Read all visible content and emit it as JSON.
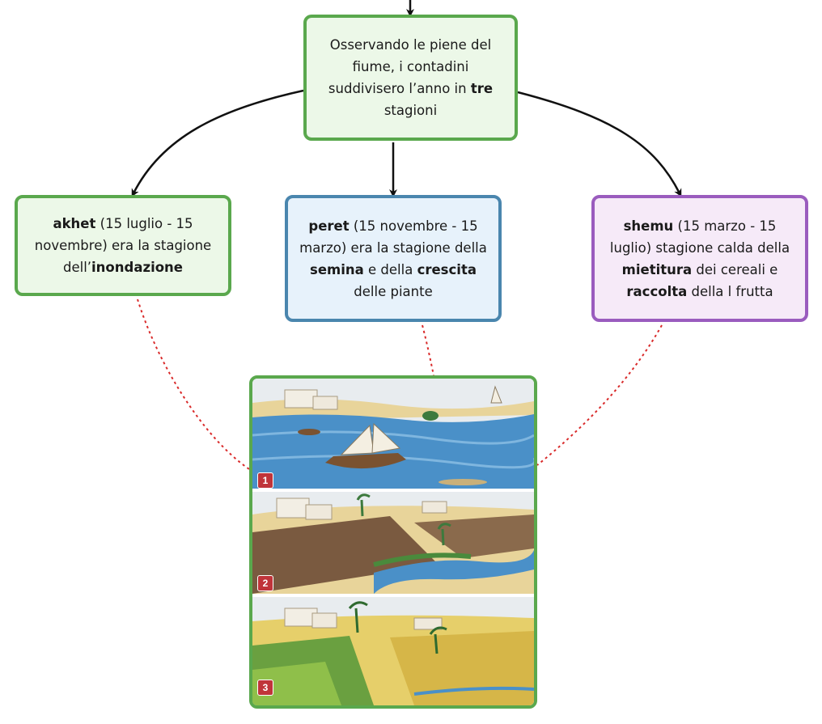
{
  "top_box": {
    "text_before": "Osservando le piene del fiume, i contadini suddivisero l’anno in ",
    "bold": "tre",
    "text_after": " stagioni"
  },
  "akhet": {
    "name": "akhet",
    "text1": " (15 luglio - 15 novembre) era la stagione dell’",
    "bold1": "inondazione"
  },
  "peret": {
    "name": "peret",
    "text1": " (15 novembre - 15 marzo) era la stagione della ",
    "bold1": "semina",
    "text2": " e della ",
    "bold2": "crescita",
    "text3": " delle piante"
  },
  "shemu": {
    "name": "shemu",
    "text1": " (15 marzo - 15 luglio) stagione calda della ",
    "bold1": "mietitura",
    "text2": " dei cereali e ",
    "bold2": "raccolta",
    "text3": " della l frutta"
  },
  "illustration": {
    "panels": [
      {
        "badge": "1"
      },
      {
        "badge": "2"
      },
      {
        "badge": "3"
      }
    ]
  },
  "colors": {
    "green": "#5aa84d",
    "blue": "#4a86ae",
    "purple": "#9a5cbe",
    "dotted_line": "#d92b2b"
  }
}
